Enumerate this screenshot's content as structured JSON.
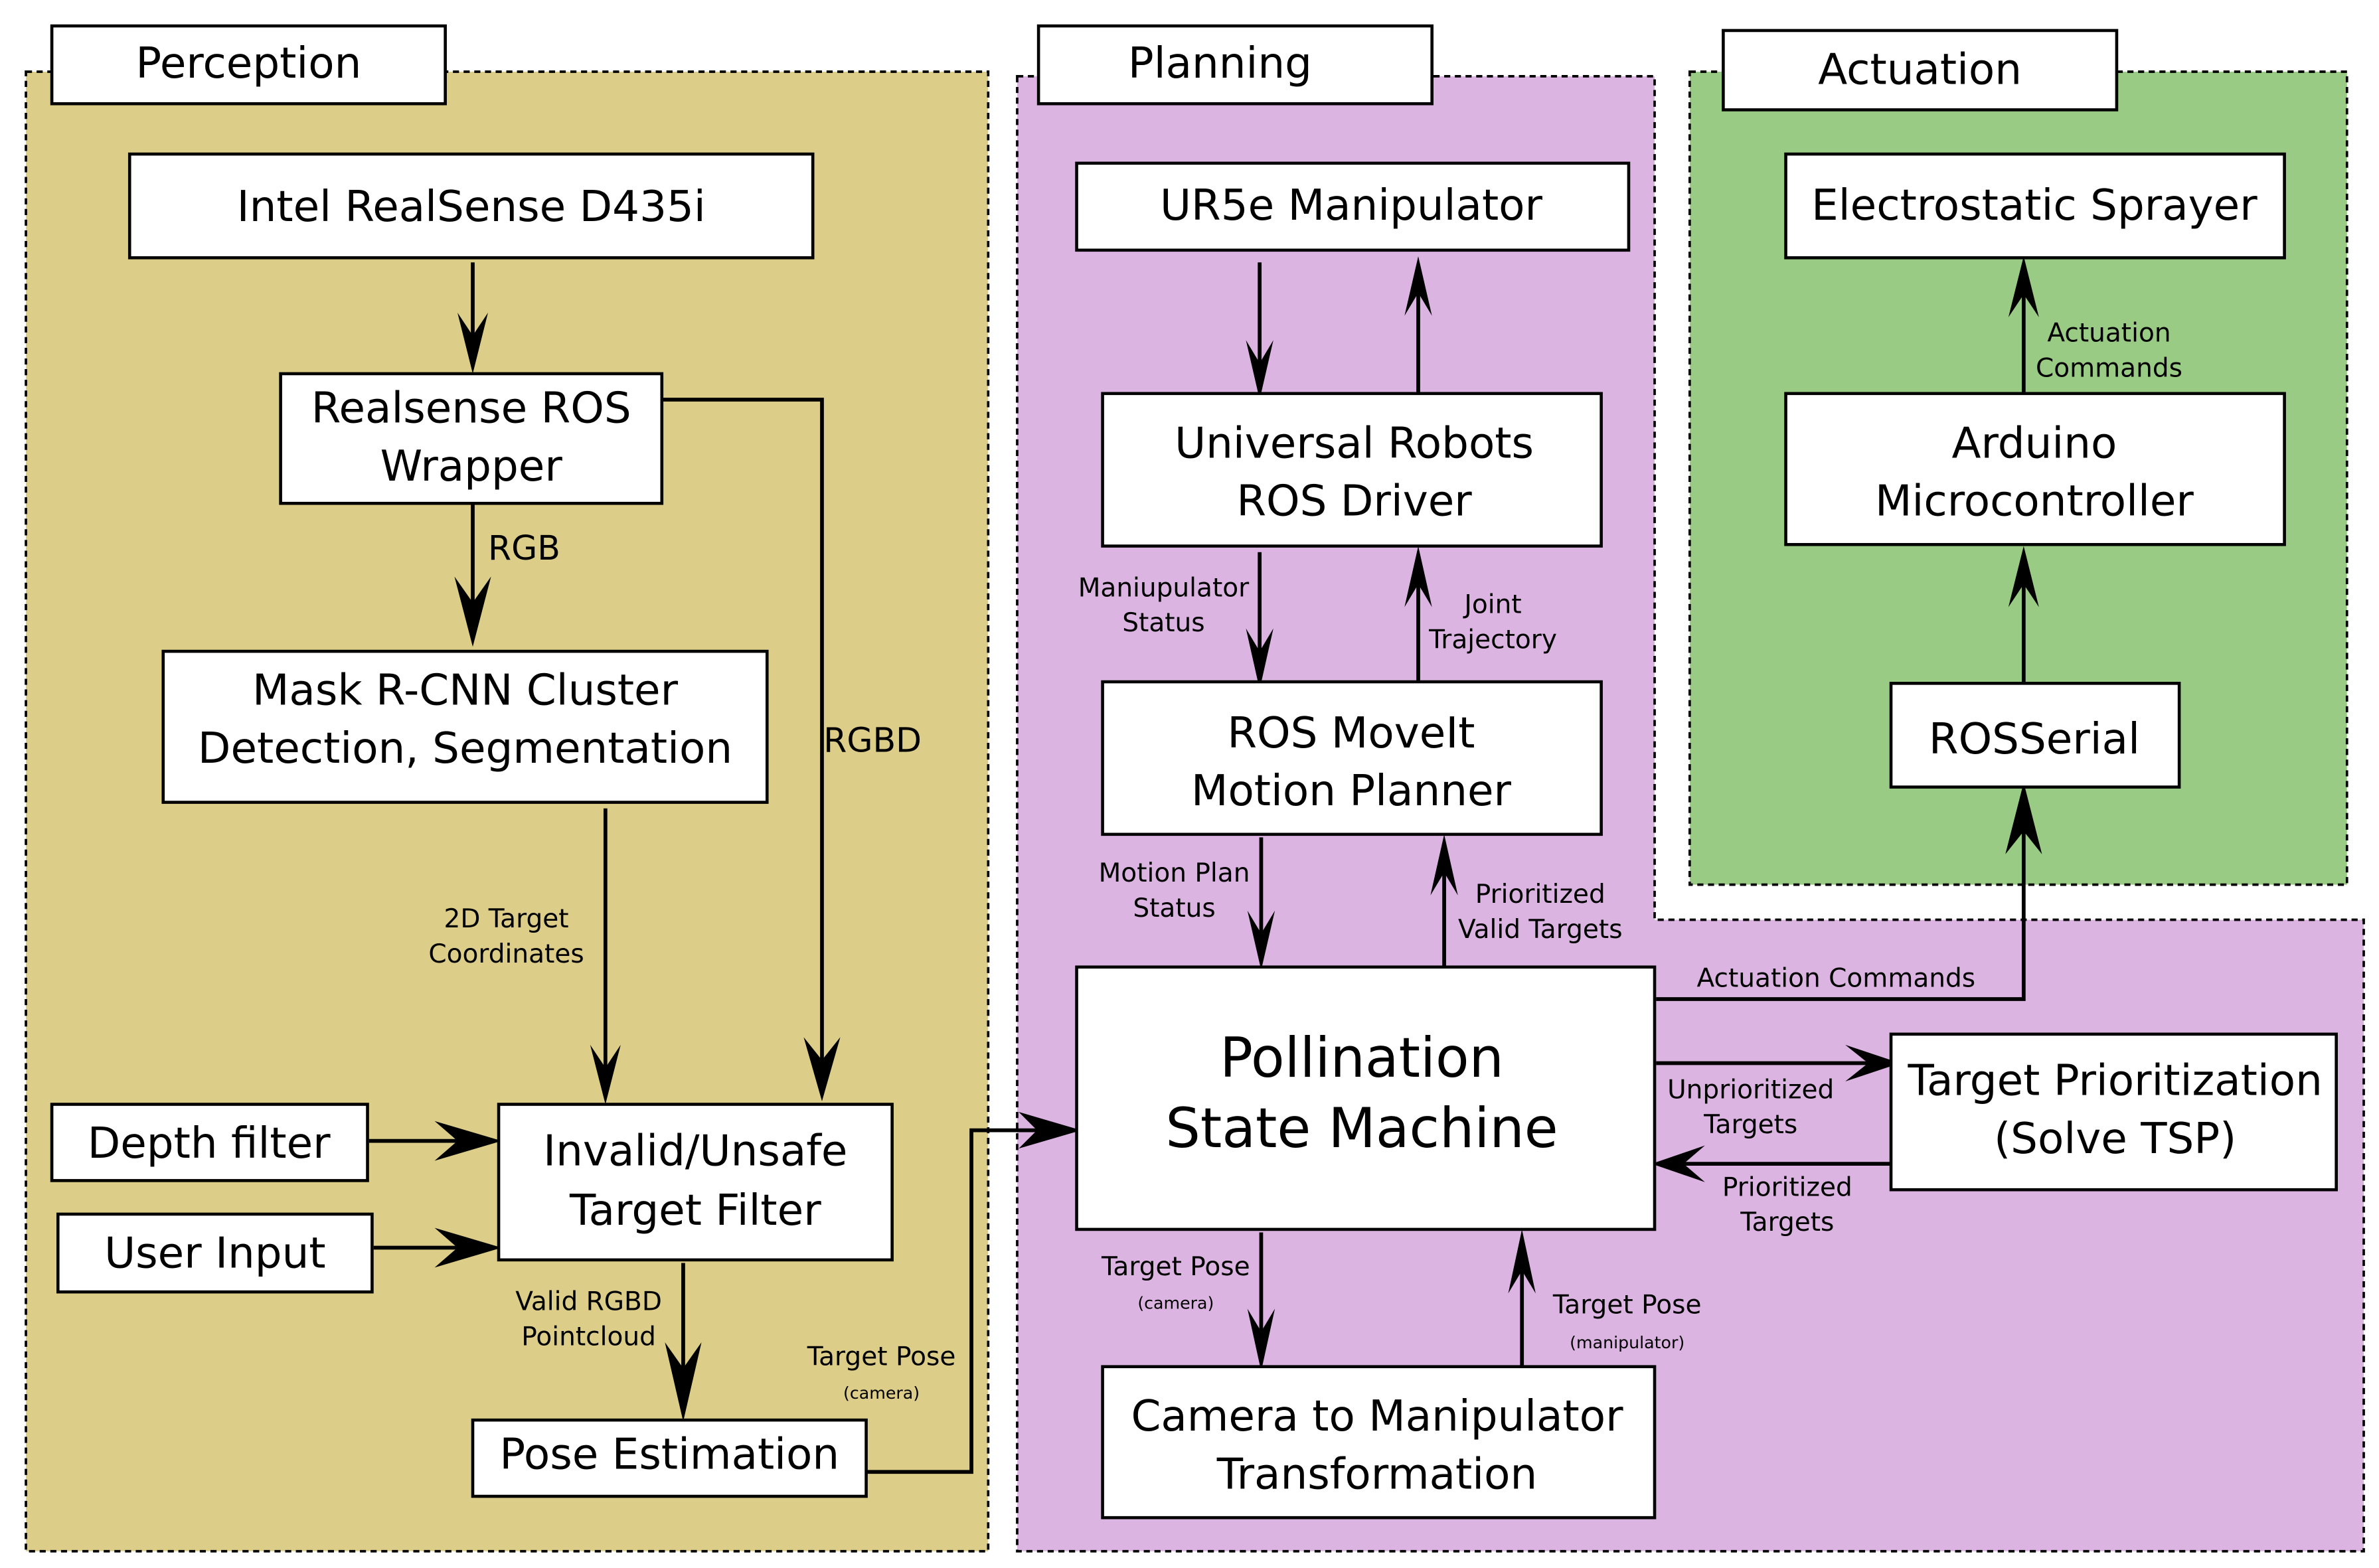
{
  "colors": {
    "perception_bg": "#dccd88",
    "planning_bg": "#dcb4e2",
    "actuation_bg": "#9acb85",
    "box_fill": "#ffffff",
    "stroke": "#000000"
  },
  "regions": {
    "perception": {
      "title": "Perception"
    },
    "planning": {
      "title": "Planning"
    },
    "actuation": {
      "title": "Actuation"
    }
  },
  "nodes": {
    "realsense": [
      "Intel RealSense D435i"
    ],
    "ros_wrapper": [
      "Realsense ROS",
      "Wrapper"
    ],
    "mask_rcnn": [
      "Mask R-CNN Cluster",
      "Detection, Segmentation"
    ],
    "depth_filter": [
      "Depth filter"
    ],
    "user_input": [
      "User Input"
    ],
    "target_filter": [
      "Invalid/Unsafe",
      "Target Filter"
    ],
    "pose_estimation": [
      "Pose Estimation"
    ],
    "ur5e": [
      "UR5e Manipulator"
    ],
    "ur_driver": [
      "Universal Robots",
      "ROS Driver"
    ],
    "moveit": [
      "ROS MoveIt",
      "Motion Planner"
    ],
    "state_machine": [
      "Pollination",
      "State Machine"
    ],
    "target_prioritization": [
      "Target Prioritization",
      "(Solve TSP)"
    ],
    "cam_to_manip": [
      "Camera to Manipulator",
      "Transformation"
    ],
    "sprayer": [
      "Electrostatic Sprayer"
    ],
    "arduino": [
      "Arduino",
      "Microcontroller"
    ],
    "rosserial": [
      "ROSSerial"
    ]
  },
  "edge_labels": {
    "rgb": [
      "RGB"
    ],
    "rgbd": [
      "RGBD"
    ],
    "target_coords": [
      "2D Target",
      "Coordinates"
    ],
    "valid_pointcloud": [
      "Valid RGBD",
      "Pointcloud"
    ],
    "target_pose_camera_left": [
      "Target Pose"
    ],
    "target_pose_camera_left_sub": [
      "(camera)"
    ],
    "manip_status": [
      "Maniupulator",
      "Status"
    ],
    "joint_traj": [
      "Joint",
      "Trajectory"
    ],
    "motion_plan_status": [
      "Motion Plan",
      "Status"
    ],
    "prioritized_valid": [
      "Prioritized",
      "Valid Targets"
    ],
    "actuation_cmds_h": [
      "Actuation Commands"
    ],
    "unprioritized": [
      "Unprioritized",
      "Targets"
    ],
    "prioritized": [
      "Prioritized",
      "Targets"
    ],
    "target_pose_camera": [
      "Target Pose"
    ],
    "target_pose_camera_sub": [
      "(camera)"
    ],
    "target_pose_manip": [
      "Target Pose"
    ],
    "target_pose_manip_sub": [
      "(manipulator)"
    ],
    "actuation_cmds_v": [
      "Actuation",
      "Commands"
    ]
  }
}
